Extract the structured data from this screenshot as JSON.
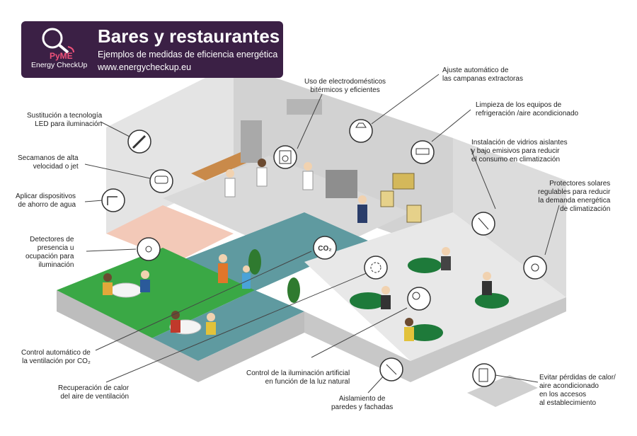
{
  "header": {
    "title": "Bares y restaurantes",
    "subtitle": "Ejemplos de medidas de eficiencia energética",
    "url": "www.energycheckup.eu"
  },
  "logo": {
    "brand": "PyME",
    "product": "Energy CheckUp"
  },
  "labels": {
    "led": [
      "Sustitución a tecnología",
      "LED para iluminación"
    ],
    "hand_dryer": [
      "Secamanos de alta",
      "velocidad o jet"
    ],
    "water": [
      "Aplicar dispositivos",
      "de ahorro de agua"
    ],
    "presence": [
      "Detectores de",
      "presencia u",
      "ocupación para",
      "iluminación"
    ],
    "appliances": [
      "Uso de electrodomésticos",
      "bitérmicos y eficientes"
    ],
    "hoods": [
      "Ajuste automático de",
      "las campanas extractoras"
    ],
    "refrigeration": [
      "Limpieza de los equipos de",
      "refrigeración /aire acondicionado"
    ],
    "glass": [
      "Instalación de vidrios aislantes",
      "y bajo emisivos para reducir",
      "el consumo en climatización"
    ],
    "sun": [
      "Protectores solares",
      "regulables para reducir",
      "la demanda energética",
      "de climatización"
    ],
    "co2": [
      "Control automático de",
      "la ventilación por CO₂"
    ],
    "heat_recovery": [
      "Recuperación de calor",
      "del aire de ventilación"
    ],
    "lighting_control": [
      "Control de la iluminación artificial",
      "en función de la luz natural"
    ],
    "insulation": [
      "Aislamiento de",
      "paredes y fachadas"
    ],
    "doors": [
      "Evitar pérdidas de calor/",
      "aire acondicionado",
      "en los accesos",
      "al establecimiento"
    ]
  },
  "icon_texts": {
    "co2": "CO₂"
  },
  "colors": {
    "banner": "#3b2045",
    "accent_pink": "#f0527a",
    "floor_green": "#3aa845",
    "floor_teal": "#5f9aa0",
    "table_green": "#1e7a3a",
    "wall_light": "#e6e6e6",
    "wall_mid": "#cfcfcf",
    "floor_grey": "#d8d8d8",
    "floor_pink": "#f3c9b8"
  },
  "icons": [
    "magnifier-logo-icon",
    "led-lamp-icon",
    "hand-dryer-icon",
    "water-tap-icon",
    "presence-sensor-icon",
    "washing-machine-icon",
    "extractor-hood-icon",
    "air-conditioner-icon",
    "glass-window-icon",
    "sun-protection-icon",
    "co2-sensor-icon",
    "heat-recovery-icon",
    "light-sensor-icon",
    "wall-insulation-icon",
    "door-curtain-icon"
  ]
}
